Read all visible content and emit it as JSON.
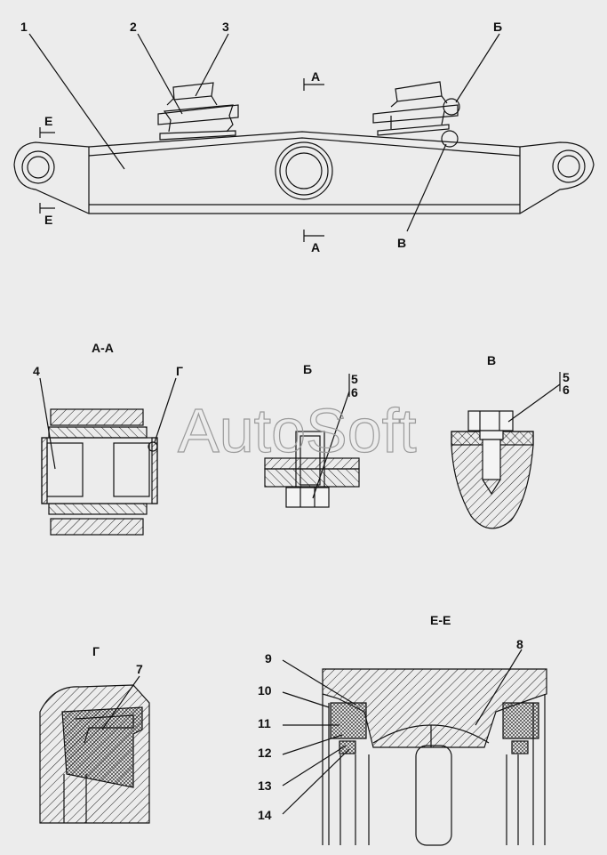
{
  "drawing": {
    "callouts": {
      "c1": "1",
      "c2": "2",
      "c3": "3",
      "c4": "4",
      "c5": "5",
      "c6": "6",
      "c5b": "5",
      "c6b": "6",
      "c7": "7",
      "c8": "8",
      "c9": "9",
      "c10": "10",
      "c11": "11",
      "c12": "12",
      "c13": "13",
      "c14": "14"
    },
    "section_marks": {
      "a_top": "А",
      "a_bottom": "А",
      "e_top": "Е",
      "e_bottom": "Е",
      "b_mark": "Б",
      "v_mark": "В"
    },
    "view_titles": {
      "aa": "А-А",
      "b": "Б",
      "v": "В",
      "g": "Г",
      "ee": "Е-Е",
      "g_mark": "Г"
    },
    "watermark": "AutoSoft"
  },
  "colors": {
    "background": "#ececec",
    "line": "#111111",
    "hatch": "#222222"
  }
}
